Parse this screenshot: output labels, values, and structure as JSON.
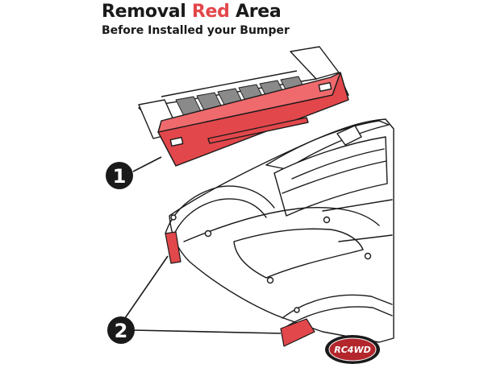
{
  "header": {
    "title_part1": "Removal ",
    "title_highlight": "Red",
    "title_part2": " Area",
    "subtitle": "Before Installed your Bumper"
  },
  "callouts": [
    {
      "number": "1",
      "target": "front-bumper-lower-section"
    },
    {
      "number": "2",
      "target": "fender-flare-front-edges"
    }
  ],
  "logo": {
    "text": "RC4WD"
  },
  "colors": {
    "removal_area": "#e2474b",
    "removal_area_light": "#ef6a6d",
    "outline": "#1a1a1a",
    "logo_red": "#b3262c"
  }
}
